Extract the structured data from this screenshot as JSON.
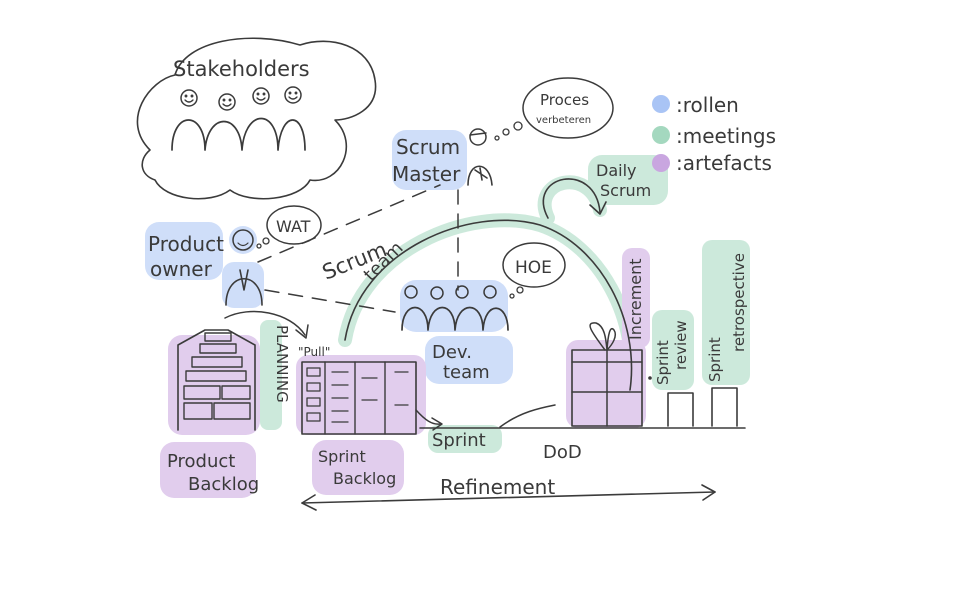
{
  "colors": {
    "rollen": "#a9c4f5",
    "meetings": "#a4d8bf",
    "artefacts": "#c9a6e0",
    "ink": "#3b3b3b"
  },
  "legend": {
    "rollen": ":rollen",
    "meetings": ":meetings",
    "artefacts": ":artefacts"
  },
  "labels": {
    "stakeholders": "Stakeholders",
    "scrum_master_1": "Scrum",
    "scrum_master_2": "Master",
    "proces_1": "Proces",
    "proces_2": "verbeteren",
    "product_owner_1": "Product",
    "product_owner_2": "owner",
    "wat": "WAT",
    "scrum": "Scrum",
    "team": "team",
    "hoe": "HOE",
    "dev_1": "Dev.",
    "dev_2": "team",
    "daily_1": "Daily",
    "daily_2": "Scrum",
    "increment": "Increment",
    "sprint_review_1": "Sprint",
    "sprint_review_2": "review",
    "sprint_retro_1": "Sprint",
    "sprint_retro_2": "retrospective",
    "pull": "\"Pull\"",
    "planning": "PLANNING",
    "product_backlog_1": "Product",
    "product_backlog_2": "Backlog",
    "sprint_backlog_1": "Sprint",
    "sprint_backlog_2": "Backlog",
    "sprint": "Sprint",
    "dod": "DoD",
    "refinement": "Refinement"
  }
}
